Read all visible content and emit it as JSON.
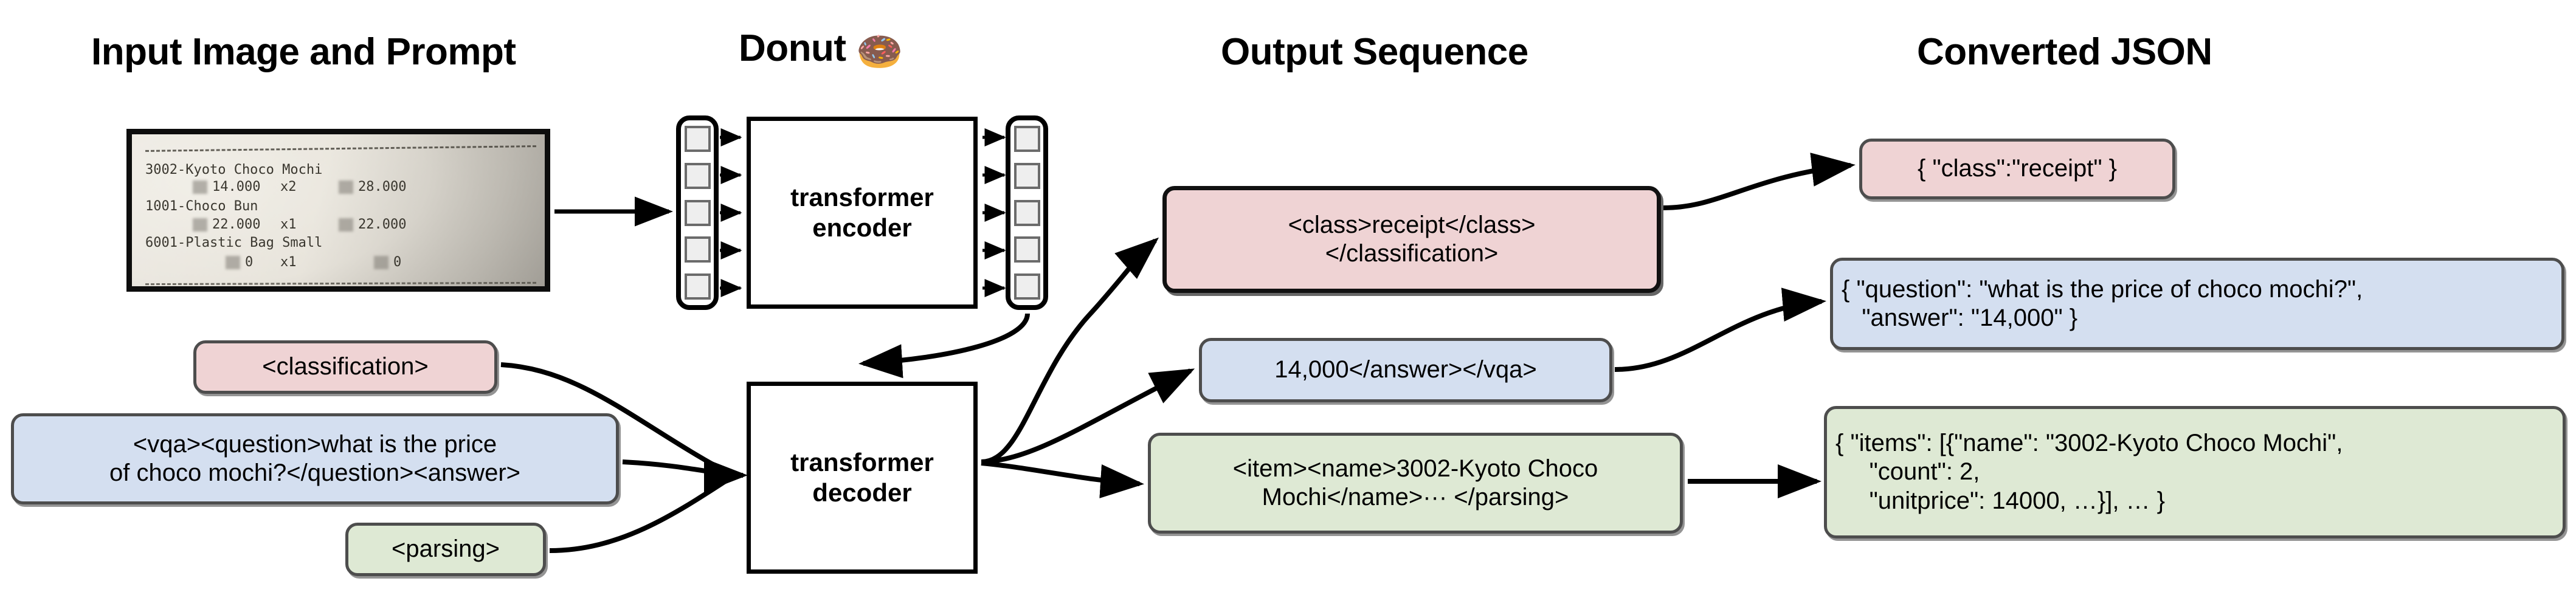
{
  "columns": {
    "input": "Input Image and Prompt",
    "model": "Donut",
    "model_emoji": "🍩",
    "output": "Output Sequence",
    "json": "Converted JSON"
  },
  "receipt": {
    "top_rule": "--- --- --- --- --- --- --- --- --- --- --- --- --- --- --- --- --- --- --- ---",
    "lines": [
      {
        "left": "3002-Kyoto Choco Mochi",
        "price": "",
        "qty": "",
        "total": ""
      },
      {
        "left": "",
        "price": "14.000",
        "qty": "x2",
        "total": "28.000"
      },
      {
        "left": "1001-Choco Bun",
        "price": "",
        "qty": "",
        "total": ""
      },
      {
        "left": "",
        "price": "22.000",
        "qty": "x1",
        "total": "22.000"
      },
      {
        "left": "6001-Plastic Bag Small",
        "price": "",
        "qty": "",
        "total": ""
      },
      {
        "left": "",
        "price": "0",
        "qty": "x1",
        "total": "0"
      }
    ],
    "bottom_rule": "--- --- --- --- --- --- --- --- --- --- --- --- --- --- --- --- --- --- --- ---"
  },
  "prompts": [
    {
      "id": "classification",
      "text": "<classification>",
      "color": "#efd3d4"
    },
    {
      "id": "vqa",
      "line1": "<vqa><question>what is the price",
      "line2": "of choco mochi?</question><answer>",
      "color": "#d4dff0"
    },
    {
      "id": "parsing",
      "text": "<parsing>",
      "color": "#dee9d4"
    }
  ],
  "model": {
    "encoder_label_line1": "transformer",
    "encoder_label_line2": "encoder",
    "decoder_label_line1": "transformer",
    "decoder_label_line2": "decoder",
    "token_count": 5
  },
  "outputs": [
    {
      "id": "classification-out",
      "line1": "<class>receipt</class>",
      "line2": "</classification>",
      "color": "#efd3d4"
    },
    {
      "id": "vqa-out",
      "line1": "14,000</answer></vqa>",
      "line2": "",
      "color": "#d4dff0"
    },
    {
      "id": "parsing-out",
      "line1": "<item><name>3002-Kyoto Choco",
      "line2": "Mochi</name>··· </parsing>",
      "color": "#dee9d4"
    }
  ],
  "json_results": [
    {
      "id": "json-class",
      "lines": [
        "{ \"class\":\"receipt\" }"
      ],
      "color": "#efd3d4"
    },
    {
      "id": "json-vqa",
      "lines": [
        "{ \"question\": \"what is the price of choco mochi?\",",
        "   \"answer\": \"14,000\" }"
      ],
      "color": "#d4dff0"
    },
    {
      "id": "json-parse",
      "lines": [
        "{ \"items\": [{\"name\": \"3002-Kyoto Choco Mochi\",",
        "     \"count\": 2,",
        "     \"unitprice\": 14000, …}], … }"
      ],
      "color": "#dee9d4"
    }
  ],
  "colors": {
    "pink": "#efd3d4",
    "blue": "#d4dff0",
    "green": "#dee9d4",
    "box_border": "#4d4d4d",
    "hard_border": "#000000",
    "token_fill": "#eeeeee",
    "background": "#ffffff"
  }
}
